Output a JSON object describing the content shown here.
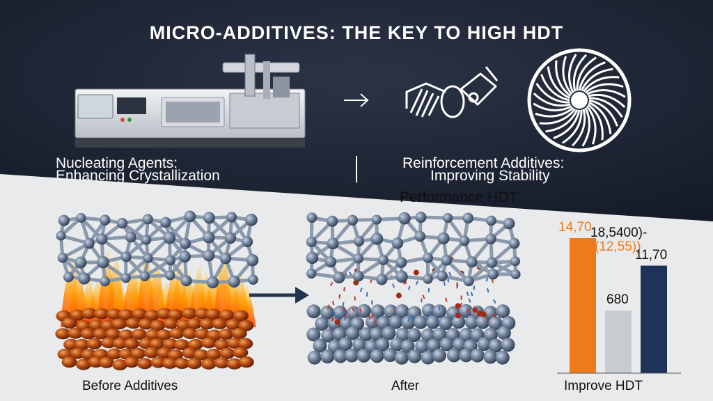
{
  "title": "MICRO-ADDITIVES: THE KEY TO HIGH HDT",
  "nucleating": {
    "line1": "Nucleating Agents:",
    "line2": "Enhancing Crystallization"
  },
  "reinforcement": {
    "line1": "Reinforcement Additives:",
    "line2": "Improving Stability"
  },
  "performance_label": "Performance HDT",
  "before_label": "Before Additives",
  "after_label": "After",
  "bar_annotation": {
    "line1": "18,5400)-",
    "line2": "(12,55))"
  },
  "colors": {
    "dark_bg": "#1c2434",
    "light_bg": "#e9eaec",
    "orange": "#ef7a1a",
    "gray": "#c8cbd0",
    "navy": "#1f3358",
    "arrow": "#23344f"
  },
  "chart_data": {
    "type": "bar",
    "categories": [
      "",
      "",
      ""
    ],
    "values": [
      14.7,
      6.8,
      11.7
    ],
    "labels": [
      "14,70",
      "680",
      "11,70"
    ],
    "colors": [
      "#ef7a1a",
      "#c8cbd0",
      "#1f3358"
    ],
    "xlabel": "Improve HDT",
    "ylim": [
      0,
      12.5
    ]
  }
}
